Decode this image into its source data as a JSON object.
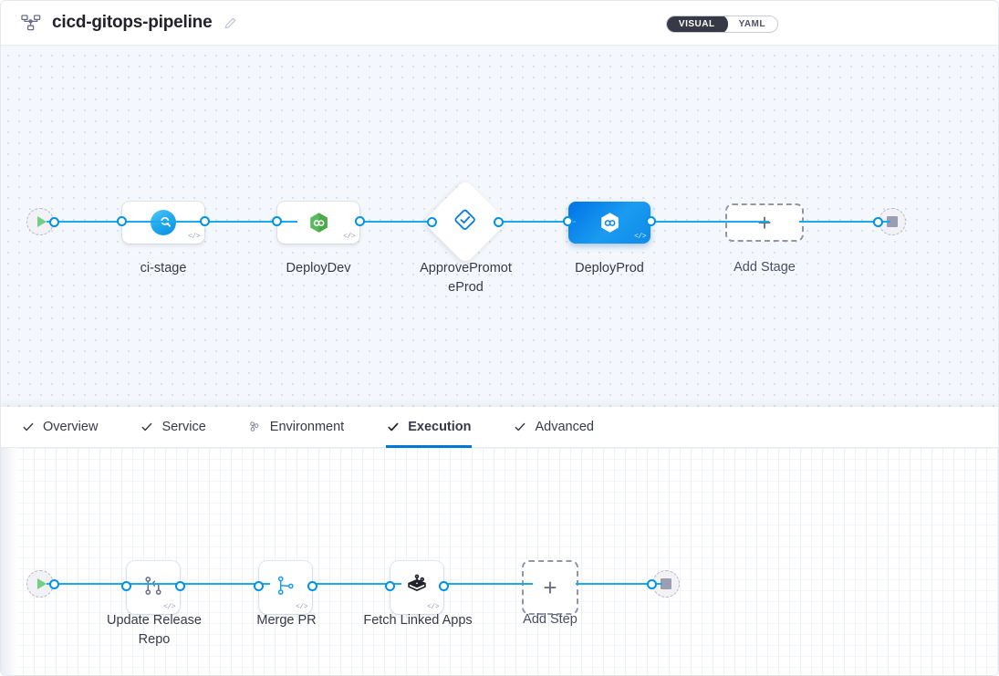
{
  "header": {
    "icon": "pipeline-icon",
    "title": "cicd-gitops-pipeline",
    "edit_icon": "pencil-icon",
    "toggle": {
      "options": [
        {
          "label": "VISUAL",
          "selected": true
        },
        {
          "label": "YAML",
          "selected": false
        }
      ]
    }
  },
  "stage_canvas": {
    "start_node": {
      "icon": "play-icon"
    },
    "end_node": {
      "icon": "stop-icon"
    },
    "stages": [
      {
        "name": "ci-stage",
        "label": "ci-stage",
        "icon": "harness-ci-icon",
        "type": "card",
        "selected": false
      },
      {
        "name": "DeployDev",
        "label": "DeployDev",
        "icon": "argo-hexagon-icon",
        "type": "card",
        "selected": false
      },
      {
        "name": "ApprovePromoteProd",
        "label": "ApprovePromot eProd",
        "icon": "approval-diamond-icon",
        "type": "diamond",
        "selected": false
      },
      {
        "name": "DeployProd",
        "label": "DeployProd",
        "icon": "argo-hexagon-icon",
        "type": "card",
        "selected": true
      }
    ],
    "add_stage": {
      "label": "Add Stage",
      "icon": "plus-icon"
    },
    "code_glyph": "</>"
  },
  "tabs": [
    {
      "label": "Overview",
      "icon": "check-icon",
      "active": false
    },
    {
      "label": "Service",
      "icon": "check-icon",
      "active": false
    },
    {
      "label": "Environment",
      "icon": "environment-icon",
      "active": false
    },
    {
      "label": "Execution",
      "icon": "check-icon",
      "active": true
    },
    {
      "label": "Advanced",
      "icon": "check-icon",
      "active": false
    }
  ],
  "step_canvas": {
    "start_node": {
      "icon": "play-icon"
    },
    "end_node": {
      "icon": "stop-icon"
    },
    "steps": [
      {
        "name": "UpdateReleaseRepo",
        "label": "Update Release Repo",
        "icon": "git-branch-gray-icon"
      },
      {
        "name": "MergePR",
        "label": "Merge PR",
        "icon": "git-merge-blue-icon"
      },
      {
        "name": "FetchLinkedApps",
        "label": "Fetch Linked Apps",
        "icon": "cube-deploy-icon"
      }
    ],
    "add_step": {
      "label": "Add Step",
      "icon": "plus-icon"
    },
    "code_glyph": "</>"
  },
  "colors": {
    "accent": "#0278d5",
    "link": "#19aaf2",
    "selected_node": "#0b86e8",
    "canvas_bg": "#f4f7fb",
    "title": "#22222a"
  }
}
